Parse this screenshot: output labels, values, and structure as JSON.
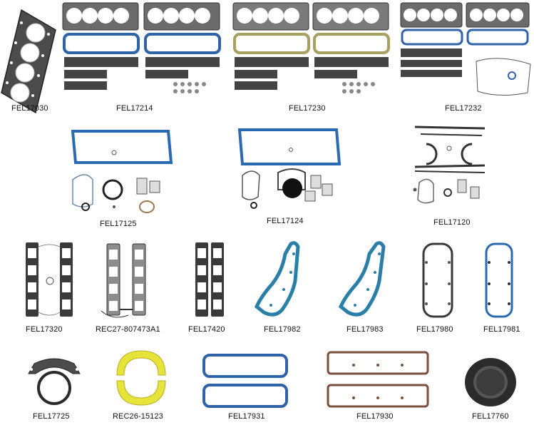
{
  "parts": [
    {
      "part_number": "FEL17030"
    },
    {
      "part_number": "FEL17214"
    },
    {
      "part_number": "FEL17230"
    },
    {
      "part_number": "FEL17232"
    },
    {
      "part_number": "FEL17125"
    },
    {
      "part_number": "FEL17124"
    },
    {
      "part_number": "FEL17120"
    },
    {
      "part_number": "FEL17320"
    },
    {
      "part_number": "REC27-807473A1"
    },
    {
      "part_number": "FEL17420"
    },
    {
      "part_number": "FEL17982"
    },
    {
      "part_number": "FEL17983"
    },
    {
      "part_number": "FEL17980"
    },
    {
      "part_number": "FEL17981"
    },
    {
      "part_number": "FEL17725"
    },
    {
      "part_number": "REC26-15123"
    },
    {
      "part_number": "FEL17931"
    },
    {
      "part_number": "FEL17930"
    },
    {
      "part_number": "FEL17760"
    }
  ],
  "colors": {
    "graphite": "#3a3a3a",
    "steel_edge": "#9aa3ad",
    "blue_gasket": "#2f63a8",
    "teal_gasket": "#2a7fa8",
    "tan_gasket": "#a8a060",
    "brown_gasket": "#7a4f3c",
    "yellow_seal": "#e6e33a",
    "rubber": "#2b2b2b"
  }
}
